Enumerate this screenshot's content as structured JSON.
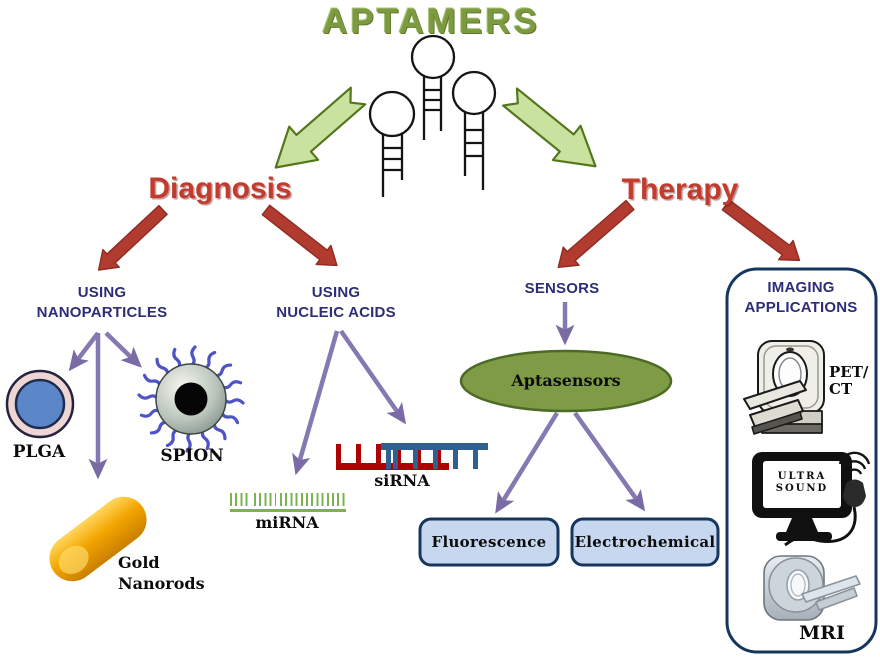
{
  "title": "APTAMERS",
  "diagnosis": {
    "label": "Diagnosis",
    "nanoparticles": {
      "heading_line1": "USING",
      "heading_line2": "NANOPARTICLES",
      "plga_label": "PLGA",
      "spion_label": "SPION",
      "gold_line1": "Gold",
      "gold_line2": "Nanorods"
    },
    "nucleic_acids": {
      "heading_line1": "USING",
      "heading_line2": "NUCLEIC ACIDS",
      "mirna_label": "miRNA",
      "sirna_label": "siRNA"
    }
  },
  "therapy": {
    "label": "Therapy",
    "sensors": {
      "heading": "SENSORS",
      "node_label": "Aptasensors",
      "fluorescence_label": "Fluorescence",
      "electrochemical_label": "Electrochemical"
    },
    "imaging": {
      "heading_line1": "IMAGING",
      "heading_line2": "APPLICATIONS",
      "petct_line1": "PET/",
      "petct_line2": "CT",
      "ultrasound_line1": "ULTRA",
      "ultrasound_line2": "SOUND",
      "mri_label": "MRI"
    }
  },
  "colors": {
    "title_green": "#7c9a40",
    "branch_red": "#c13b2e",
    "heading_navy": "#2e2d78",
    "arrow_purple": "#8678b0",
    "arrow_green_fill": "#c9e2a0",
    "aptasensor_green": "#7e9c45",
    "output_box_fill": "#c7d7f0",
    "output_box_border": "#17365d",
    "gold_nanorod": "#f3a500",
    "mirna_green": "#7cb34c",
    "sirna_red": "#b00000",
    "sirna_blue": "#2f6090"
  }
}
